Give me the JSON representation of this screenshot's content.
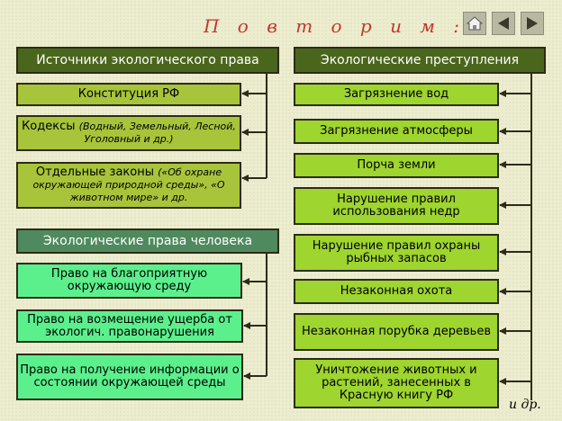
{
  "title": "П о в т о р и м :",
  "nav": {
    "home_icon": "home-icon",
    "back_icon": "triangle-left-icon",
    "forward_icon": "triangle-right-icon"
  },
  "sources": {
    "header": "Источники экологического права",
    "items": [
      {
        "lead": "Конституция РФ"
      },
      {
        "lead": "Кодексы",
        "sub": "(Водный, Земельный, Лесной, Уголовный и др.)"
      },
      {
        "lead": "Отдельные законы",
        "sub": "(«Об охране окружающей природной среды», «О животном мире» и др."
      }
    ]
  },
  "rights": {
    "header": "Экологические права человека",
    "items": [
      "Право на благоприятную окружающую среду",
      "Право на возмещение ущерба от экологич. правонарушения",
      "Право на получение информации о состоянии окружающей среды"
    ]
  },
  "crimes": {
    "header": "Экологические преступления",
    "items": [
      "Загрязнение вод",
      "Загрязнение атмосферы",
      "Порча земли",
      "Нарушение правил использования недр",
      "Нарушение правил охраны рыбных запасов",
      "Незаконная охота",
      "Незаконная порубка деревьев",
      "Уничтожение животных и растений, занесенных в Красную книгу РФ"
    ],
    "etc": "и др."
  },
  "colors": {
    "title": "#c0392b",
    "header_dark": "#4a661c",
    "header_teal": "#4f8a5e",
    "source_box": "#a8c43a",
    "crime_box": "#9ed52e",
    "rights_box": "#5cf08d",
    "connector": "#2c2c18"
  }
}
